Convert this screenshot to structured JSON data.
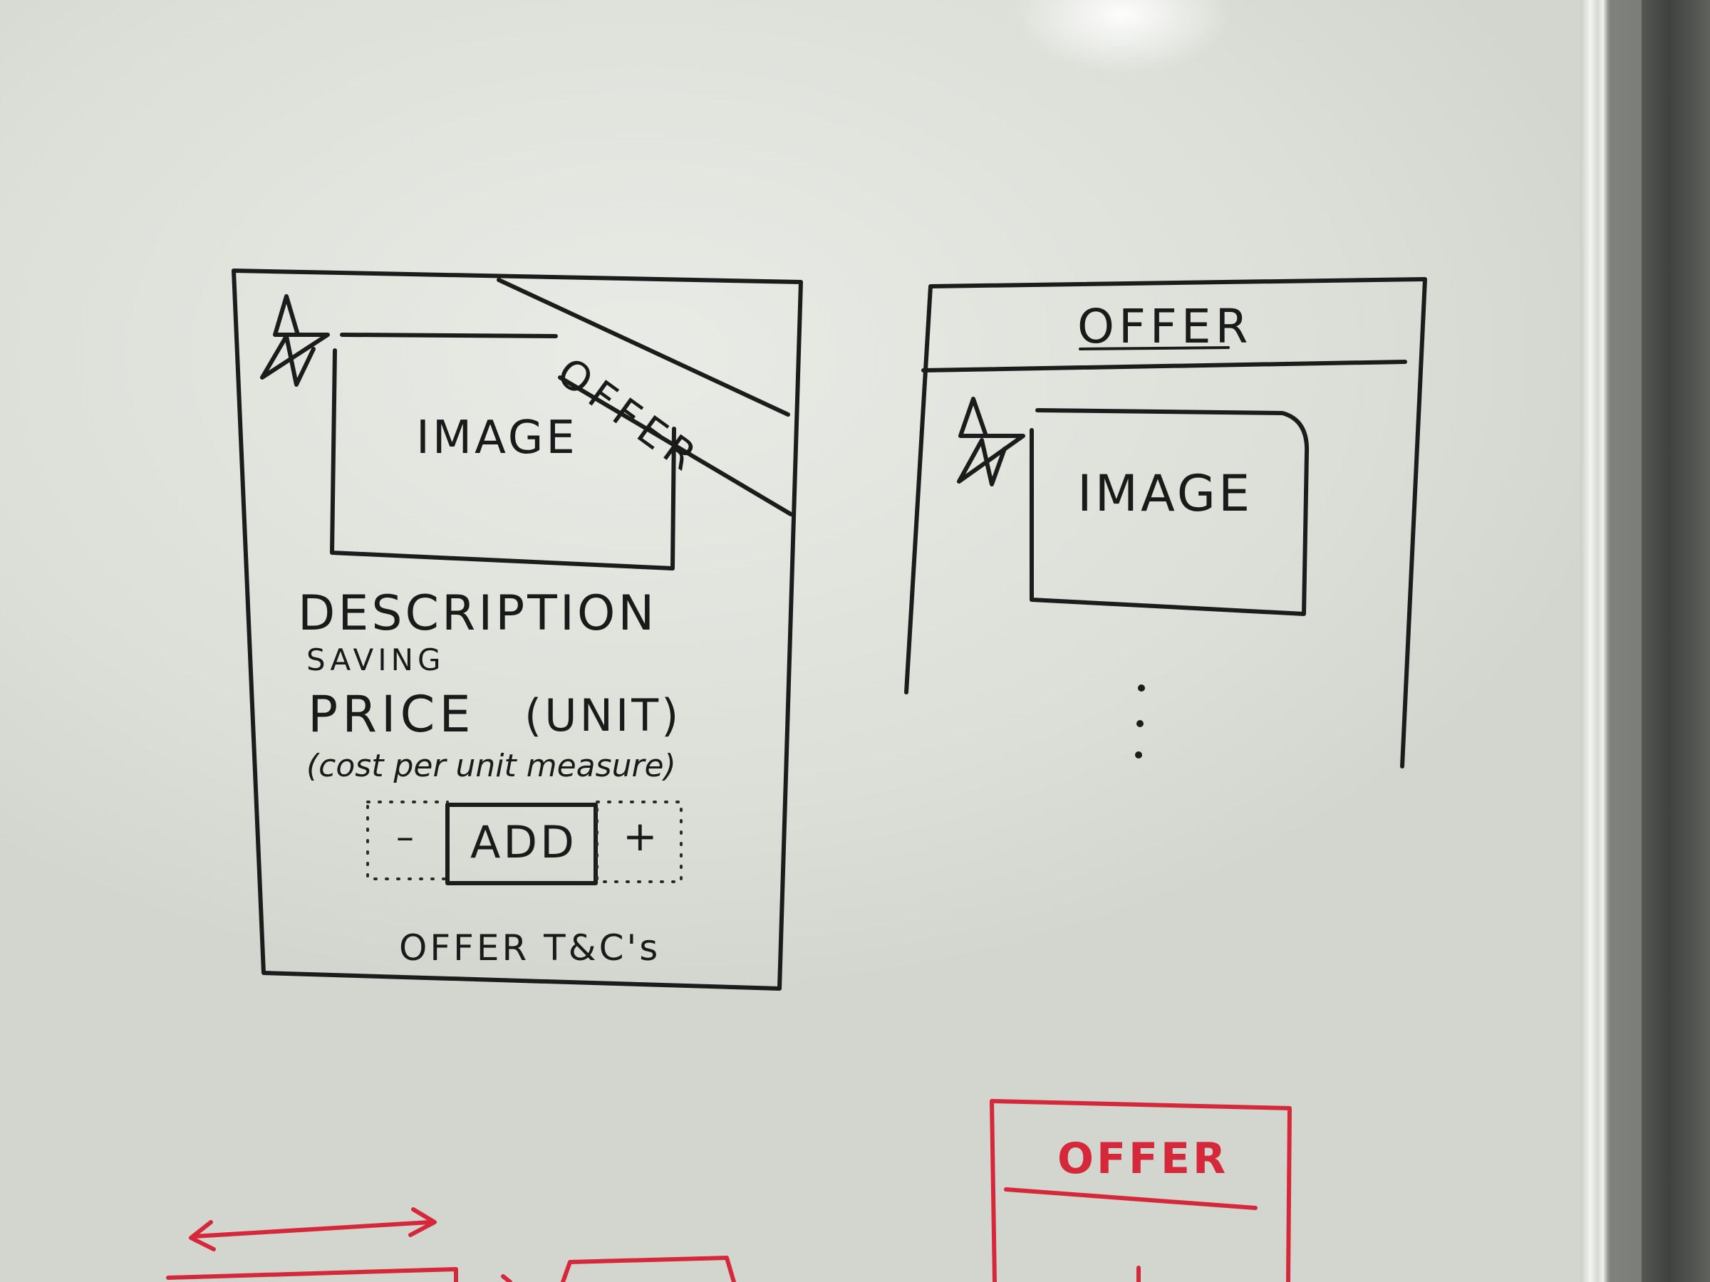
{
  "colors": {
    "ink": "#1c1c1c",
    "red_marker": "#d6283b",
    "board": "#e3e5df"
  },
  "left_card": {
    "ribbon": "OFFER",
    "image_label": "IMAGE",
    "description": "DESCRIPTION",
    "saving": "SAVING",
    "price": "PRICE",
    "unit": "(UNIT)",
    "cost_note": "(cost per unit measure)",
    "minus": "–",
    "add_button": "ADD",
    "plus": "+",
    "terms": "OFFER T&C's",
    "icon": "star-icon"
  },
  "right_card": {
    "header": "OFFER",
    "image_label": "IMAGE",
    "icon": "star-icon"
  },
  "bottom_card": {
    "header": "OFFER"
  }
}
